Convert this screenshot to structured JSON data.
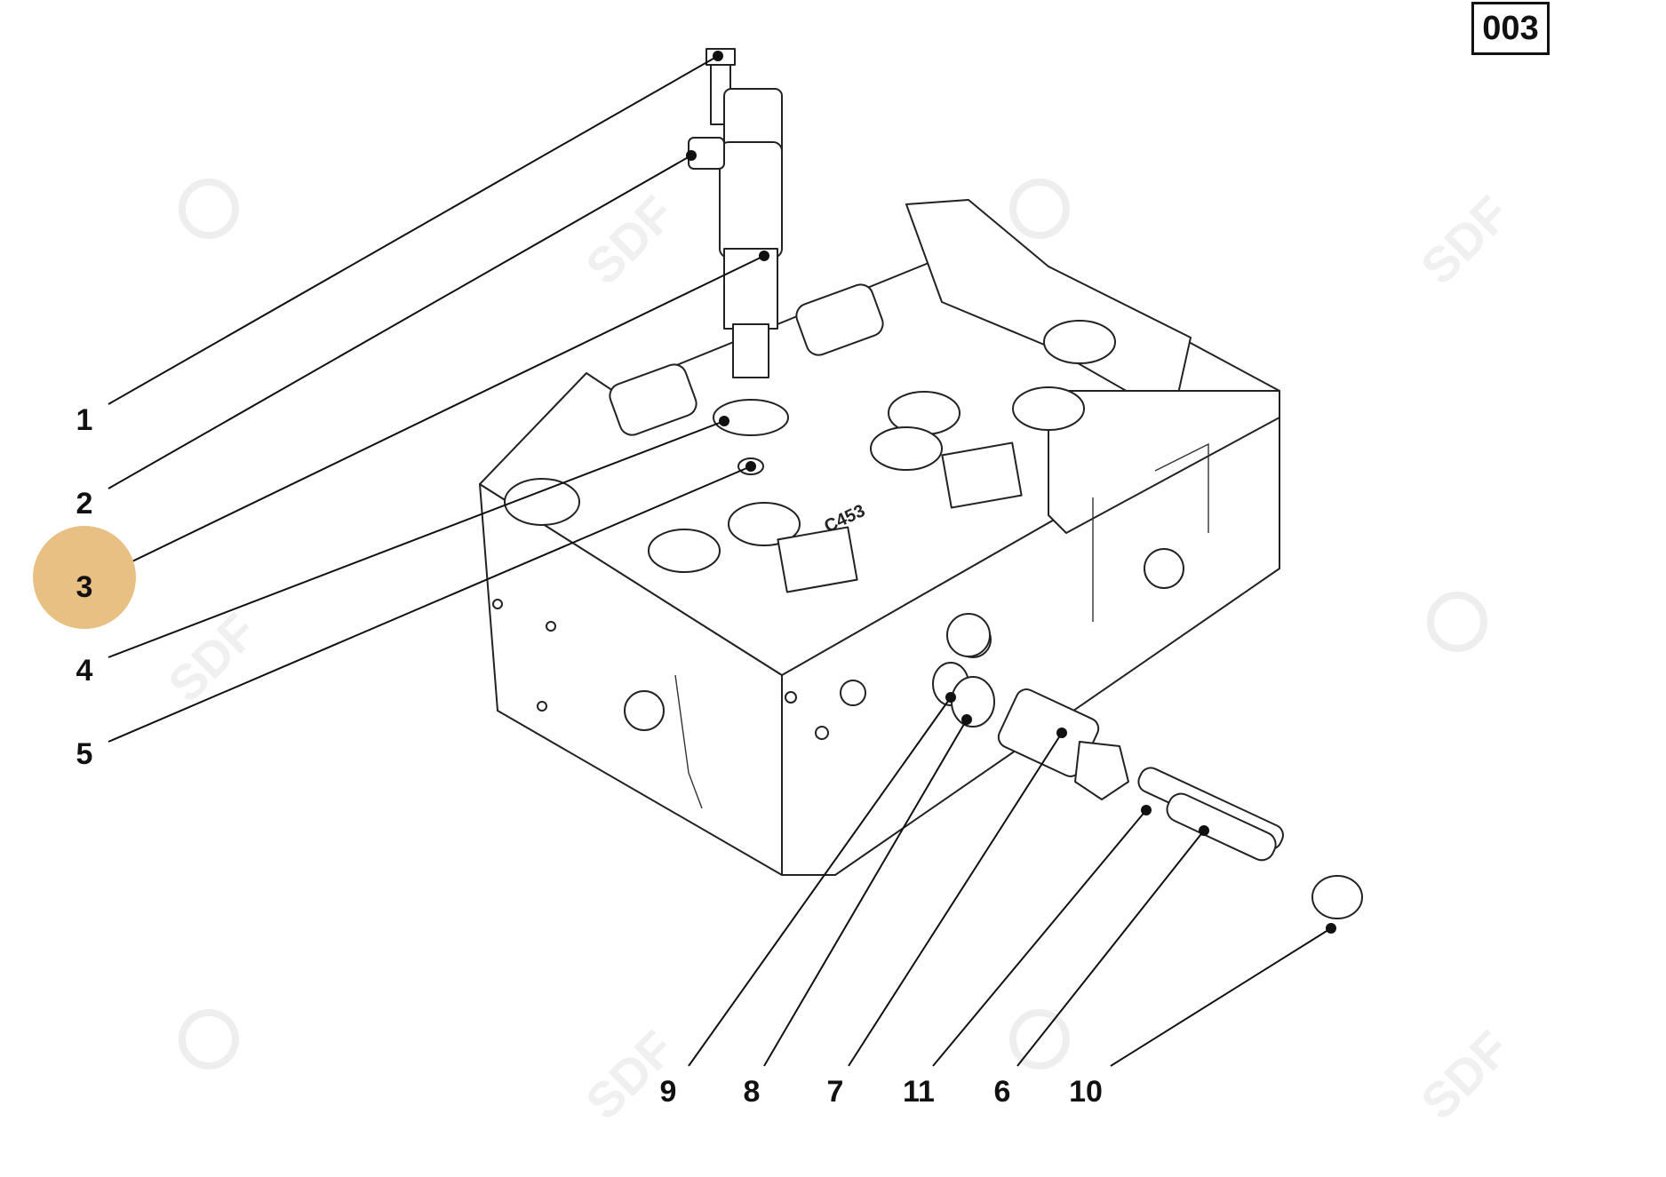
{
  "page_number": "003",
  "watermark_text": "SDF",
  "highlight_color": "#e9c083",
  "highlighted_callout": "3",
  "callouts": [
    {
      "label": "1"
    },
    {
      "label": "2"
    },
    {
      "label": "3"
    },
    {
      "label": "4"
    },
    {
      "label": "5"
    },
    {
      "label": "9"
    },
    {
      "label": "8"
    },
    {
      "label": "7"
    },
    {
      "label": "11"
    },
    {
      "label": "6"
    },
    {
      "label": "10"
    }
  ],
  "stamp_text": "C453"
}
